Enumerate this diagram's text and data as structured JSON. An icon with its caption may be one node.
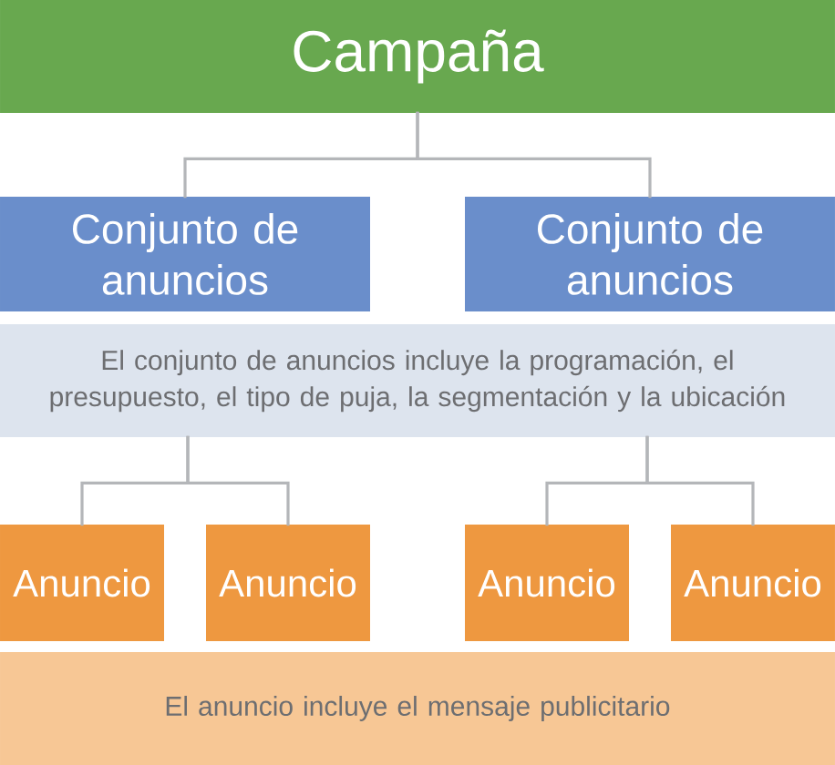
{
  "diagram": {
    "nodes": [
      {
        "text": [
          "Campaña"
        ]
      },
      {
        "text": [
          "Conjunto de anuncios"
        ]
      },
      {
        "text": [
          "Conjunto de anuncios"
        ]
      },
      {
        "text": [
          "El conjunto de anuncios incluye la programación, el presupuesto, el tipo de puja, la segmentación y la ubicación"
        ]
      },
      {
        "text": [
          "Anuncio"
        ]
      },
      {
        "text": [
          "Anuncio"
        ]
      },
      {
        "text": [
          "Anuncio"
        ]
      },
      {
        "text": [
          "Anuncio"
        ]
      },
      {
        "text": [
          "El anuncio incluye el mensaje publicitario"
        ]
      }
    ],
    "edges": [
      {
        "from": 0,
        "to": 1,
        "arrow": "none"
      },
      {
        "from": 0,
        "to": 2,
        "arrow": "none"
      },
      {
        "from": 3,
        "to": 4,
        "arrow": "none"
      },
      {
        "from": 3,
        "to": 5,
        "arrow": "none"
      },
      {
        "from": 3,
        "to": 6,
        "arrow": "none"
      },
      {
        "from": 3,
        "to": 7,
        "arrow": "none"
      }
    ]
  }
}
